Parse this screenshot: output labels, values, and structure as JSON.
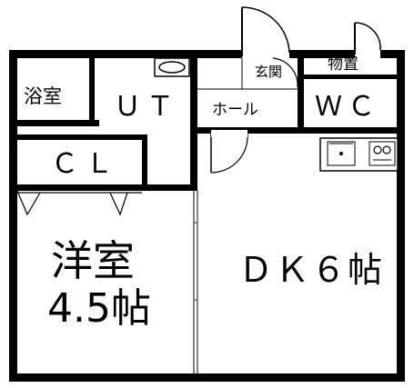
{
  "rooms": {
    "yokushitsu": "浴室",
    "ut": "ＵＴ",
    "genkan": "玄関",
    "monooki": "物置",
    "hall": "ホール",
    "wc": "ＷＣ",
    "cl": "ＣＬ",
    "youshitsu_name": "洋室",
    "youshitsu_size": "4.5帖",
    "dk": "ＤＫ６帖"
  },
  "colors": {
    "wall": "#000000",
    "line": "#000000",
    "background": "#ffffff"
  }
}
